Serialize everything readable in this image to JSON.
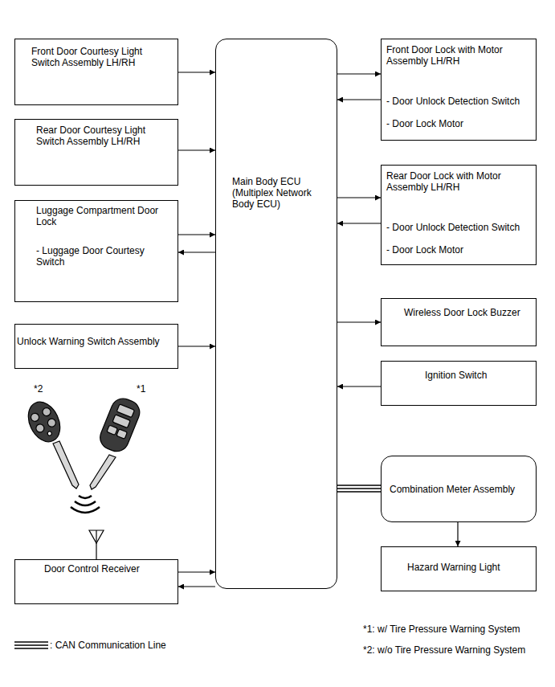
{
  "diagram": {
    "nodes": [
      {
        "text": [
          "Front Door Courtesy Light Switch Assembly LH/RH"
        ]
      },
      {
        "text": [
          "Main Body ECU (Multiplex Network Body ECU)"
        ]
      },
      {
        "text": [
          "Front Door Lock with Motor Assembly LH/RH",
          "- Door Unlock Detection Switch",
          "- Door Lock Motor"
        ]
      },
      {
        "text": [
          "Rear Door Courtesy Light Switch Assembly LH/RH"
        ]
      },
      {
        "text": [
          "Rear Door Lock with Motor Assembly LH/RH",
          "- Door Unlock Detection Switch",
          "- Door Lock Motor"
        ]
      },
      {
        "text": [
          "Luggage Compartment Door Lock",
          "- Luggage Door Courtesy Switch"
        ]
      },
      {
        "text": [
          "Wireless Door Lock Buzzer"
        ]
      },
      {
        "text": [
          "Unlock Warning Switch Assembly"
        ]
      },
      {
        "text": [
          "Ignition Switch"
        ]
      },
      {
        "text": [
          "Combination Meter Assembly"
        ]
      },
      {
        "text": [
          "Hazard Warning Light"
        ]
      },
      {
        "text": [
          "Door Control Receiver"
        ]
      }
    ],
    "edges": [
      {
        "from": 0,
        "to": 1,
        "arrow": "to"
      },
      {
        "from": 3,
        "to": 1,
        "arrow": "to"
      },
      {
        "from": 5,
        "to": 1,
        "arrow": "to"
      },
      {
        "from": 1,
        "to": 5,
        "arrow": "to"
      },
      {
        "from": 7,
        "to": 1,
        "arrow": "to"
      },
      {
        "from": 11,
        "to": 1,
        "arrow": "to"
      },
      {
        "from": 1,
        "to": 11,
        "arrow": "to"
      },
      {
        "from": 1,
        "to": 2,
        "arrow": "to"
      },
      {
        "from": 2,
        "to": 1,
        "arrow": "to"
      },
      {
        "from": 1,
        "to": 4,
        "arrow": "to"
      },
      {
        "from": 4,
        "to": 1,
        "arrow": "to"
      },
      {
        "from": 1,
        "to": 6,
        "arrow": "to"
      },
      {
        "from": 8,
        "to": 1,
        "arrow": "to"
      },
      {
        "from": 1,
        "to": 9,
        "arrow": "none"
      },
      {
        "from": 9,
        "to": 10,
        "arrow": "to"
      }
    ],
    "labels": [
      "*2",
      "*1",
      "*1: w/ Tire Pressure Warning System",
      "*2: w/o Tire Pressure Warning System"
    ],
    "legend": [
      {
        "text": ": CAN Communication Line"
      }
    ]
  }
}
